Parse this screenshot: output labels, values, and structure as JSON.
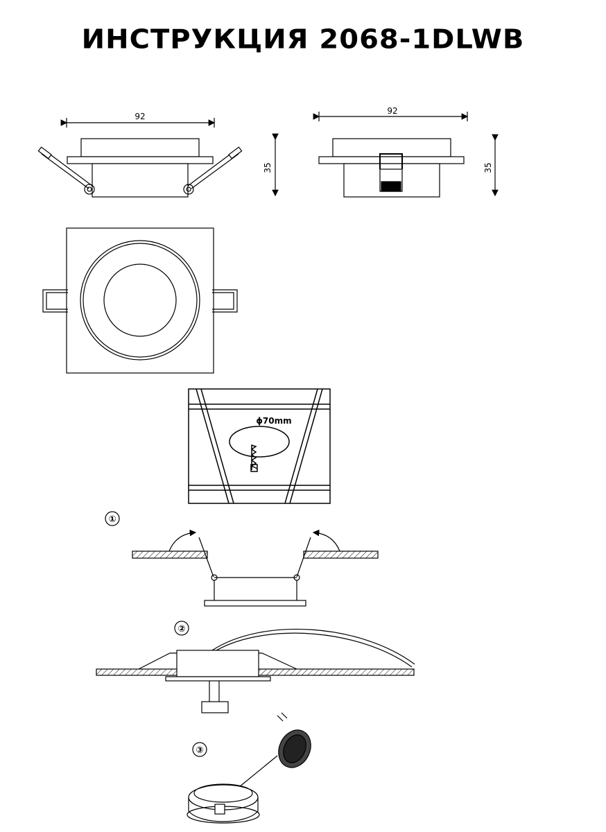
{
  "title": "ИНСТРУКЦИЯ 2068-1DLWB",
  "dimensions": {
    "side_view_1": {
      "width": "92",
      "height": "35"
    },
    "side_view_2": {
      "width": "92",
      "height": "35"
    }
  },
  "cutout": {
    "diameter_label": "ϕ70mm"
  },
  "steps": [
    "①",
    "②",
    "③"
  ]
}
